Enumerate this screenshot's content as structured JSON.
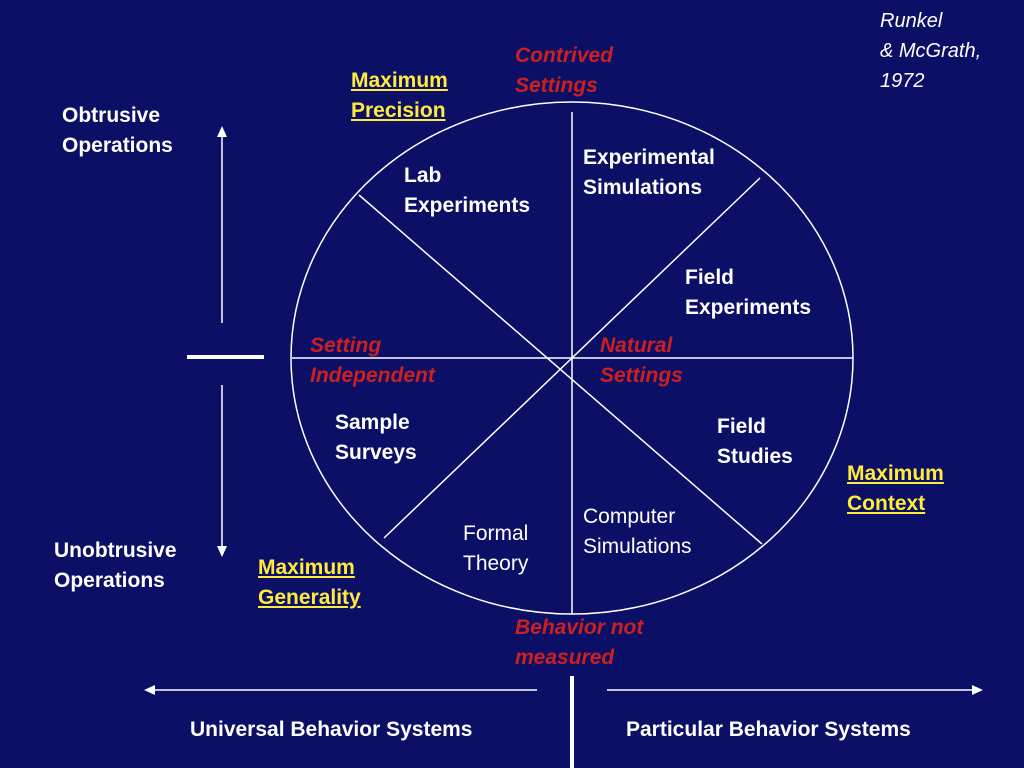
{
  "colors": {
    "background": "#0b0f66",
    "line": "#ffffff",
    "setting_label": "#cc2020",
    "maximum_label": "#ffeb3b"
  },
  "citation": [
    "Runkel",
    "& McGrath,",
    "1972"
  ],
  "settings": {
    "contrived": [
      "Contrived",
      "Settings"
    ],
    "setting_independent": [
      "Setting",
      "Independent"
    ],
    "natural": [
      "Natural",
      "Settings"
    ],
    "behavior_not_measured": [
      "Behavior not",
      "measured"
    ]
  },
  "maximums": {
    "precision": [
      "Maximum",
      "Precision"
    ],
    "context": [
      "Maximum",
      "Context"
    ],
    "generality": [
      "Maximum",
      "Generality"
    ]
  },
  "strategies": {
    "lab_experiments": [
      "Lab",
      "Experiments"
    ],
    "experimental_simulations": [
      "Experimental",
      "Simulations"
    ],
    "field_experiments": [
      "Field",
      "Experiments"
    ],
    "field_studies": [
      "Field",
      "Studies"
    ],
    "sample_surveys": [
      "Sample",
      "Surveys"
    ],
    "formal_theory": [
      "Formal",
      "Theory"
    ],
    "computer_simulations": [
      "Computer",
      "Simulations"
    ]
  },
  "axes": {
    "obtrusive": [
      "Obtrusive",
      "Operations"
    ],
    "unobtrusive": [
      "Unobtrusive",
      "Operations"
    ],
    "universal": "Universal Behavior Systems",
    "particular": "Particular Behavior Systems"
  }
}
